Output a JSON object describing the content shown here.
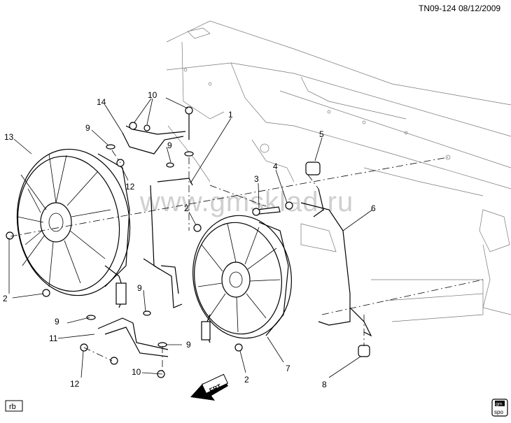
{
  "header": {
    "code": "TN09-124",
    "date": "08/12/2009"
  },
  "watermark": "www.gmsklad.ru",
  "footer": {
    "rb_label": "rb",
    "badge_top": "gm",
    "badge_bottom": "spo"
  },
  "callouts": {
    "c1": "1",
    "c2a": "2",
    "c2b": "2",
    "c2c": "2",
    "c3": "3",
    "c4": "4",
    "c5": "5",
    "c6": "6",
    "c7": "7",
    "c8": "8",
    "c9a": "9",
    "c9b": "9",
    "c9c": "9",
    "c9d": "9",
    "c9e": "9",
    "c10a": "10",
    "c10b": "10",
    "c11": "11",
    "c12a": "12",
    "c12b": "12",
    "c13": "13",
    "c14": "14"
  },
  "fwd_label": "FRT"
}
